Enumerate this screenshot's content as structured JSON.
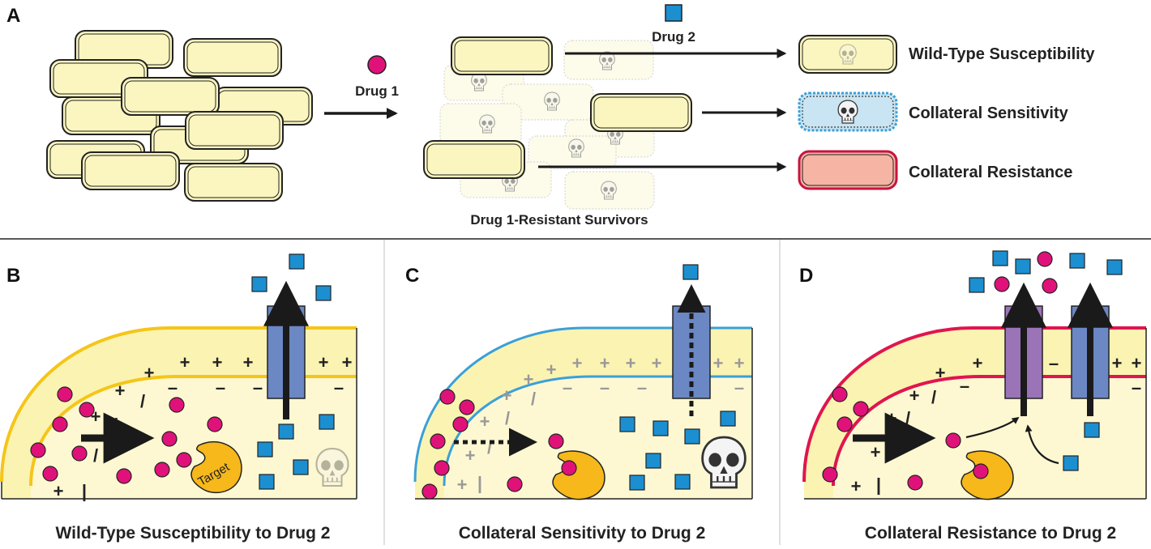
{
  "panel_a": {
    "label": "A",
    "drug1_label": "Drug 1",
    "drug2_label": "Drug 2",
    "survivors_label": "Drug 1-Resistant Survivors",
    "outcomes": [
      {
        "label": "Wild-Type Susceptibility"
      },
      {
        "label": "Collateral Sensitivity"
      },
      {
        "label": "Collateral Resistance"
      }
    ]
  },
  "panel_b": {
    "label": "B",
    "caption": "Wild-Type Susceptibility to Drug 2",
    "target_label": "Target"
  },
  "panel_c": {
    "label": "C",
    "caption": "Collateral Sensitivity to Drug 2"
  },
  "panel_d": {
    "label": "D",
    "caption": "Collateral Resistance to Drug 2"
  },
  "colors": {
    "cell_fill": "#fbf6c0",
    "cell_stroke": "#222222",
    "drug1": "#e0127a",
    "drug2": "#1c8fd1",
    "wildtype_membrane": "#f5c518",
    "sensitive_membrane": "#3aa0d8",
    "resistant_membrane": "#e0154f",
    "pump_blue": "#6b87c4",
    "pump_purple": "#9b74b8",
    "target": "#f6b81a"
  },
  "icons": [
    "skull-icon",
    "drug1-circle-icon",
    "drug2-square-icon",
    "target-enzyme-icon",
    "efflux-pump-icon"
  ]
}
